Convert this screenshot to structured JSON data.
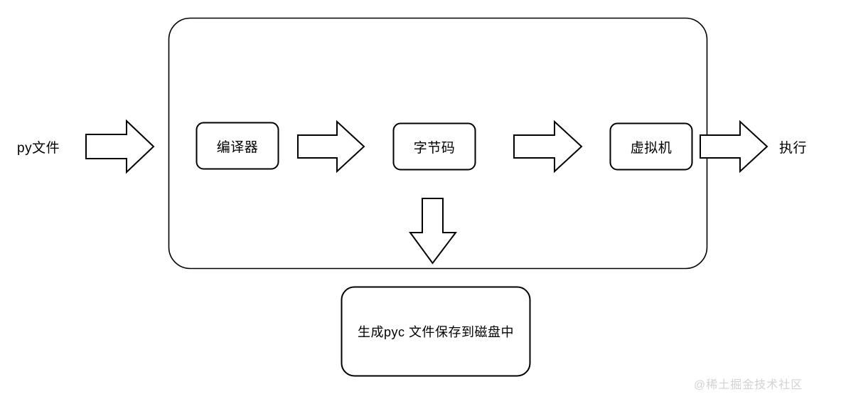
{
  "diagram": {
    "title_text": "",
    "stroke_color": "#000000",
    "fill_color": "#ffffff",
    "background": "#ffffff",
    "container": {
      "name": "python-execution-pipeline-container"
    },
    "inputs": [
      {
        "id": "py-file",
        "label": "py文件"
      }
    ],
    "outputs": [
      {
        "id": "execute",
        "label": "执行"
      }
    ],
    "nodes": [
      {
        "id": "compiler",
        "label": "编译器"
      },
      {
        "id": "bytecode",
        "label": "字节码"
      },
      {
        "id": "virtual-machine",
        "label": "虚拟机"
      },
      {
        "id": "pyc-disk",
        "label": "生成pyc 文件保存到磁盘中"
      }
    ],
    "arrows": [
      {
        "id": "arrow-py-to-container",
        "direction": "right"
      },
      {
        "id": "arrow-compiler-to-bytecode",
        "direction": "right"
      },
      {
        "id": "arrow-bytecode-to-vm",
        "direction": "right"
      },
      {
        "id": "arrow-vm-to-execute",
        "direction": "right"
      },
      {
        "id": "arrow-down-to-pyc",
        "direction": "down"
      }
    ]
  },
  "watermark": {
    "text": "@稀土掘金技术社区",
    "color": "#d2d2d2"
  }
}
